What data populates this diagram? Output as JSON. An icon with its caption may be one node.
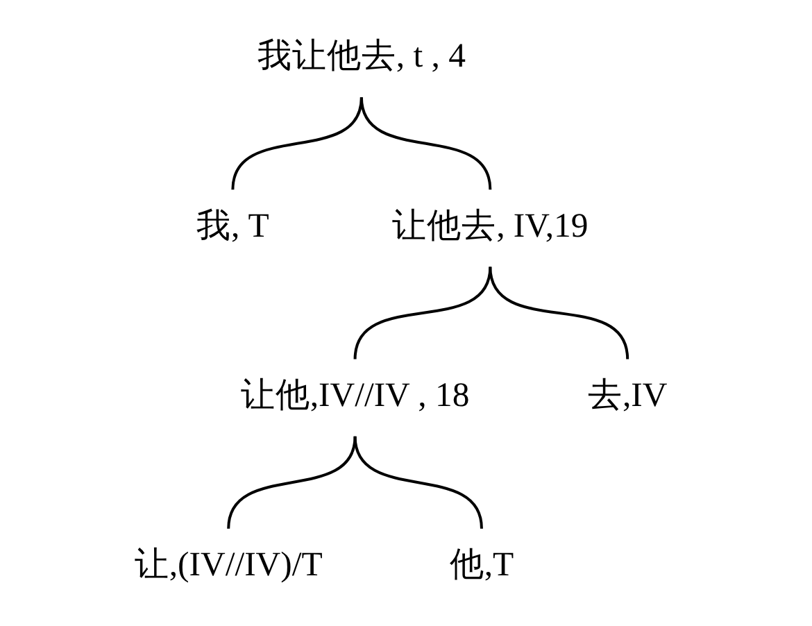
{
  "diagram": {
    "nodes": [
      {
        "text": [
          "我让他去, t , 4"
        ]
      },
      {
        "text": [
          "我, T"
        ]
      },
      {
        "text": [
          "让他去, IV,19"
        ]
      },
      {
        "text": [
          "让他,IV//IV , 18"
        ]
      },
      {
        "text": [
          "去,IV"
        ]
      },
      {
        "text": [
          "让,(IV//IV)/T"
        ]
      },
      {
        "text": [
          "他,T"
        ]
      }
    ],
    "edges": [
      {
        "from": 0,
        "to": 1,
        "arrow": "none"
      },
      {
        "from": 0,
        "to": 2,
        "arrow": "none"
      },
      {
        "from": 2,
        "to": 3,
        "arrow": "none"
      },
      {
        "from": 2,
        "to": 4,
        "arrow": "none"
      },
      {
        "from": 3,
        "to": 5,
        "arrow": "none"
      },
      {
        "from": 3,
        "to": 6,
        "arrow": "none"
      }
    ]
  }
}
